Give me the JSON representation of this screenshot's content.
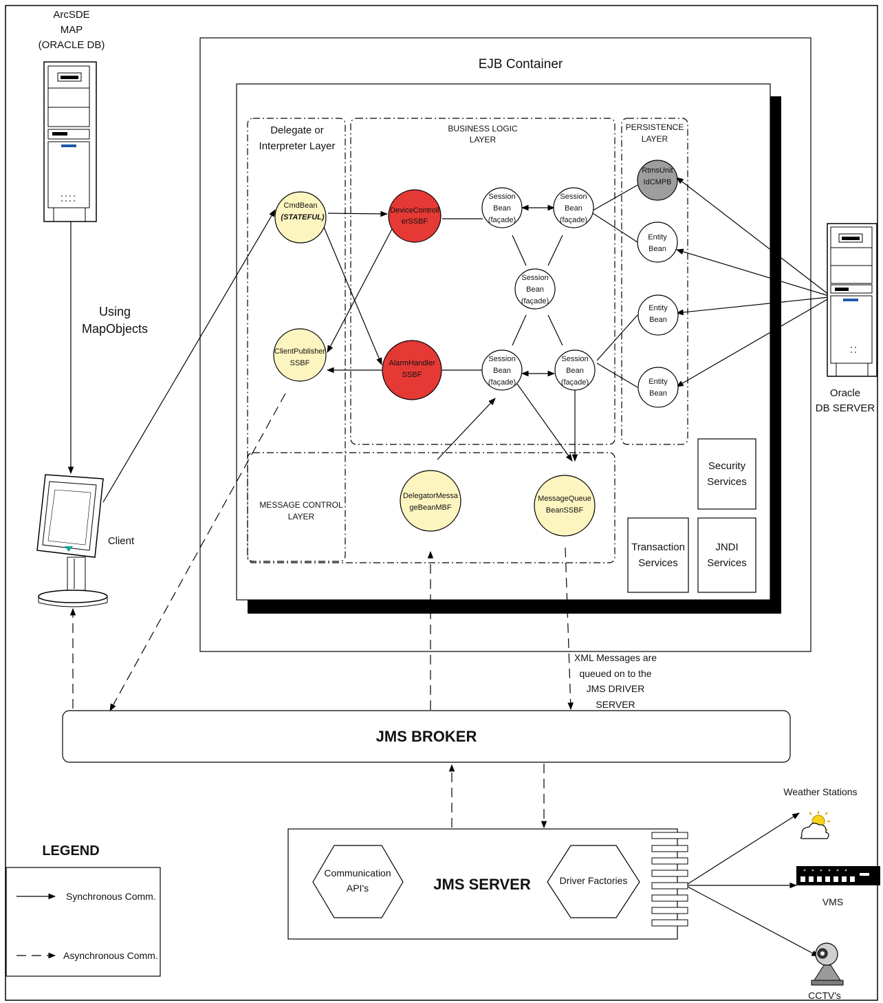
{
  "title": "EJB Container",
  "arcsde": {
    "line1": "ArcSDE",
    "line2": "MAP",
    "line3": "(ORACLE DB)"
  },
  "using_mapobjects": {
    "line1": "Using",
    "line2": "MapObjects"
  },
  "client_label": "Client",
  "oracle_server": {
    "line1": "Oracle",
    "line2": "DB SERVER"
  },
  "layers": {
    "delegate": {
      "line1": "Delegate or",
      "line2": "Interpreter Layer"
    },
    "business": {
      "line1": "BUSINESS LOGIC",
      "line2": "LAYER"
    },
    "persistence": {
      "line1": "PERSISTENCE",
      "line2": "LAYER"
    },
    "message_control": {
      "line1": "MESSAGE CONTROL",
      "line2": "LAYER"
    }
  },
  "beans": {
    "cmdbean": {
      "line1": "CmdBean",
      "line2": "(STATEFUL)"
    },
    "clientpublisher": {
      "line1": "ClientPublisher",
      "line2": "SSBF"
    },
    "devicecontroller": {
      "line1": "DeviceControll",
      "line2": "erSSBF"
    },
    "alarmhandler": {
      "line1": "AlarmHandler",
      "line2": "SSBF"
    },
    "session_tl": {
      "line1": "Session",
      "line2": "Bean",
      "line3": "(façade)"
    },
    "session_tr": {
      "line1": "Session",
      "line2": "Bean",
      "line3": "(façade)"
    },
    "session_mid": {
      "line1": "Session",
      "line2": "Bean",
      "line3": "(façade)"
    },
    "session_bl": {
      "line1": "Session",
      "line2": "Bean",
      "line3": "(façade)"
    },
    "session_br": {
      "line1": "Session",
      "line2": "Bean",
      "line3": "(façade)"
    },
    "rtms": {
      "line1": "RtmsUnit",
      "line2": "IdCMPB"
    },
    "entity1": {
      "line1": "Entity",
      "line2": "Bean"
    },
    "entity2": {
      "line1": "Entity",
      "line2": "Bean"
    },
    "entity3": {
      "line1": "Entity",
      "line2": "Bean"
    },
    "delegator": {
      "line1": "DelegatorMessa",
      "line2": "geBeanMBF"
    },
    "messagequeue": {
      "line1": "MessageQueue",
      "line2": "BeanSSBF"
    }
  },
  "services": {
    "security": {
      "line1": "Security",
      "line2": "Services"
    },
    "transaction": {
      "line1": "Transaction",
      "line2": "Services"
    },
    "jndi": {
      "line1": "JNDI",
      "line2": "Services"
    }
  },
  "xml_note": {
    "line1": "XML Messages are",
    "line2": "queued on to the",
    "line3": "JMS DRIVER",
    "line4": "SERVER"
  },
  "jms_broker": "JMS BROKER",
  "jms_server": "JMS SERVER",
  "communication_api": {
    "line1": "Communication",
    "line2": "API's"
  },
  "driver_factories": "Driver Factories",
  "devices": {
    "weather": "Weather Stations",
    "vms": "VMS",
    "cctv": "CCTV's"
  },
  "legend": {
    "title": "LEGEND",
    "sync": "Synchronous Comm.",
    "async": "Asynchronous Comm."
  },
  "colors": {
    "red_bean": "#e53935",
    "yellow_bean": "#fdf5c0",
    "gray_bean": "#9e9e9e",
    "shadow": "#000000"
  }
}
